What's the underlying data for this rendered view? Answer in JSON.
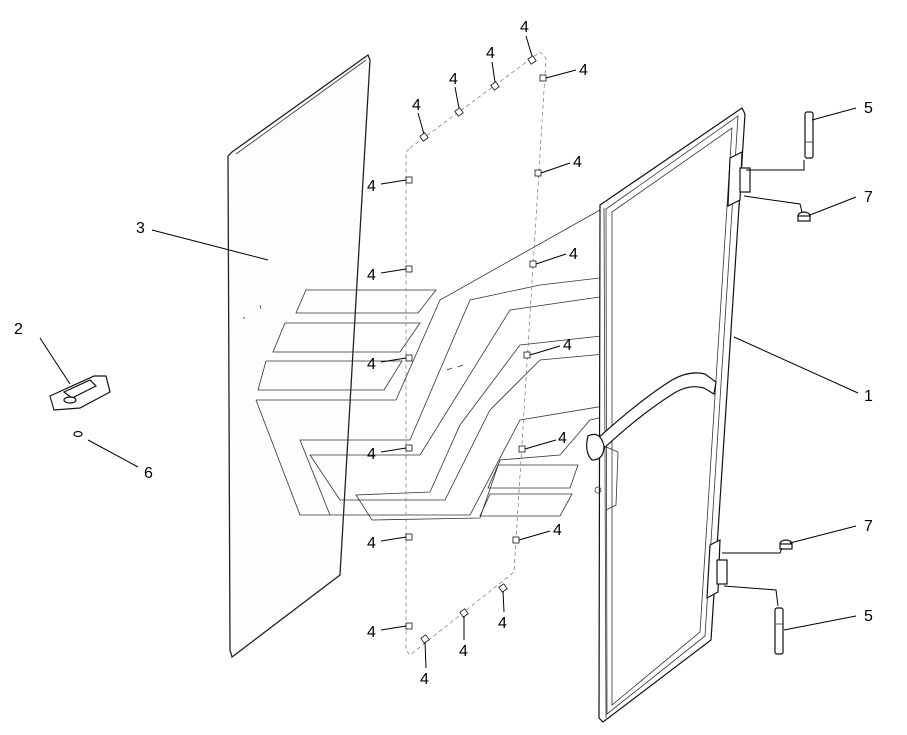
{
  "callouts": {
    "c1": "1",
    "c2": "2",
    "c3": "3",
    "c4a": "4",
    "c4b": "4",
    "c4c": "4",
    "c4d": "4",
    "c4e": "4",
    "c4f": "4",
    "c4g": "4",
    "c4h": "4",
    "c4i": "4",
    "c4j": "4",
    "c4k": "4",
    "c4l": "4",
    "c4m": "4",
    "c4n": "4",
    "c4o": "4",
    "c4p": "4",
    "c4q": "4",
    "c4r": "4",
    "c5a": "5",
    "c5b": "5",
    "c6": "6",
    "c7a": "7",
    "c7b": "7"
  }
}
